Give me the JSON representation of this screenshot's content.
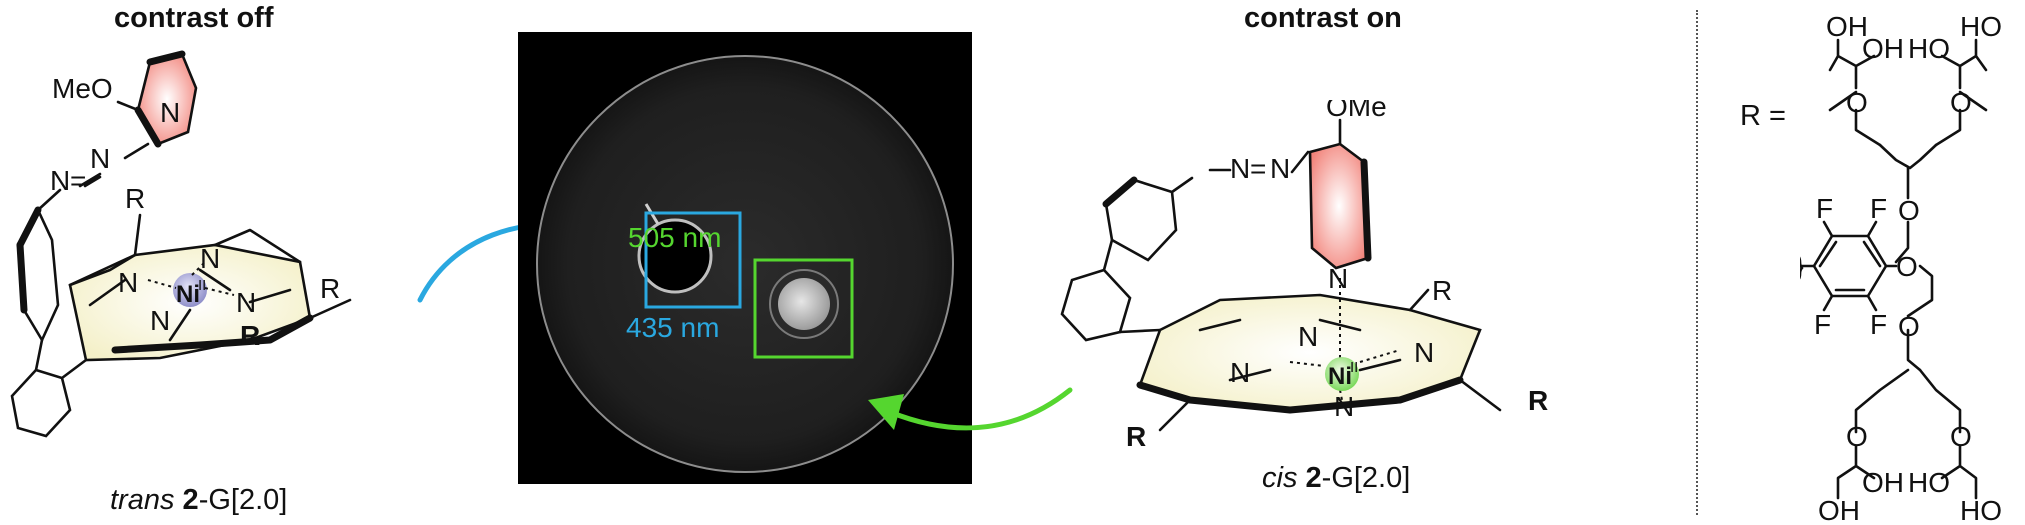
{
  "left_panel": {
    "heading": "contrast off",
    "caption_prefix": "trans",
    "caption_bold": "2",
    "caption_suffix": "-G[2.0]",
    "atoms": {
      "methoxy": "MeO",
      "pyridine_n": "N",
      "azo_n1": "N",
      "azo_n2": "N",
      "eq": "=",
      "pyrrole_n1": "N",
      "pyrrole_n2": "N",
      "pyrrole_n3": "N",
      "pyrrole_n4": "N",
      "metal": "Ni",
      "metal_ox": "II",
      "r1": "R",
      "r2": "R",
      "r3": "R"
    }
  },
  "center_panel": {
    "label_uv": "435 nm",
    "label_green": "505 nm",
    "colors": {
      "uv": "#2aa8e0",
      "green": "#55d62f",
      "background": "#000000"
    }
  },
  "right_panel": {
    "heading": "contrast on",
    "caption_prefix": "cis",
    "caption_bold": "2",
    "caption_suffix": "-G[2.0]",
    "atoms": {
      "methoxy": "OMe",
      "pyridine_n": "N",
      "azo_n1": "N",
      "azo_n2": "N",
      "eq": "=",
      "pyrrole_n1": "N",
      "pyrrole_n2": "N",
      "pyrrole_n3": "N",
      "pyrrole_n4": "N",
      "metal": "Ni",
      "metal_ox": "II",
      "r1": "R",
      "r2": "R",
      "r3": "R"
    }
  },
  "r_group": {
    "label": "R =",
    "atoms": {
      "oh1": "OH",
      "oh2": "OH",
      "ho1": "HO",
      "ho2": "HO",
      "o1": "O",
      "o2": "O",
      "o3": "O",
      "o4": "O",
      "o5": "O",
      "o6": "O",
      "o7": "O",
      "f1": "F",
      "f2": "F",
      "f3": "F",
      "f4": "F",
      "oh3": "OH",
      "oh4": "OH",
      "ho3": "HO",
      "ho4": "HO"
    }
  }
}
